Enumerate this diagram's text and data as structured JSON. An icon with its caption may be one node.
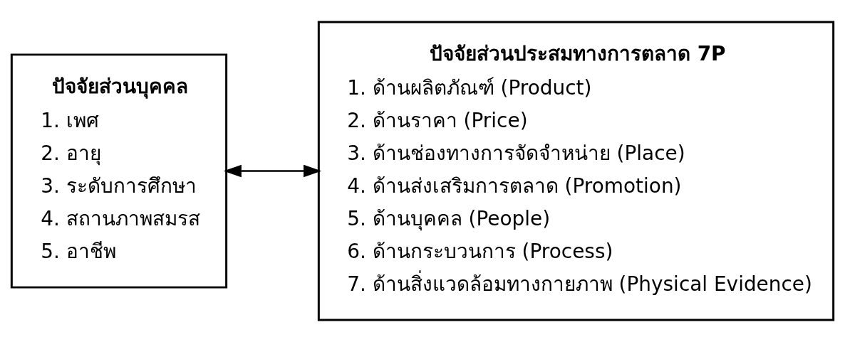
{
  "diagram": {
    "nodes": [
      {
        "text": [
          "ปัจจัยส่วนบุคคล",
          "1. เพศ",
          "2. อายุ",
          "3. ระดับการศึกษา",
          "4. สถานภาพสมรส",
          "5. อาชีพ"
        ]
      },
      {
        "text": [
          "ปัจจัยส่วนประสมทางการตลาด 7P",
          "1. ด้านผลิตภัณฑ์ (Product)",
          "2. ด้านราคา (Price)",
          "3. ด้านช่องทางการจัดจำหน่าย (Place)",
          "4. ด้านส่งเสริมการตลาด (Promotion)",
          "5. ด้านบุคคล (People)",
          "6. ด้านกระบวนการ (Process)",
          "7. ด้านสิ่งแวดล้อมทางกายภาพ (Physical Evidence)"
        ]
      }
    ],
    "edges": [
      {
        "from": 0,
        "to": 1,
        "arrow": "both"
      }
    ]
  }
}
